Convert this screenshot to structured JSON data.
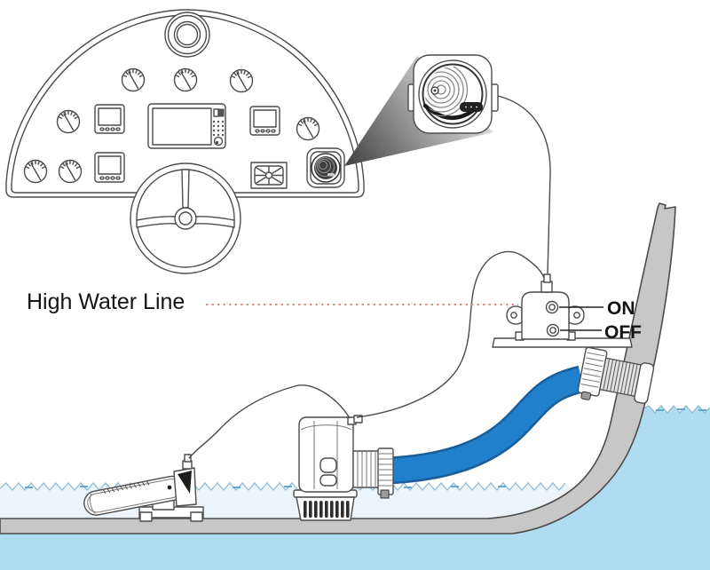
{
  "diagram": {
    "high_water_label": "High Water Line",
    "switch_on_label": "ON",
    "switch_off_label": "OFF"
  },
  "colors": {
    "sea_water": "#b0dcf1",
    "bilge_water": "#eaf4fa",
    "hull_gray": "#c7c7c7",
    "outline": "#4c4c4c",
    "hose_blue": "#2080cb",
    "hose_edge": "#1a5d99",
    "high_water_dots": "#d9908c",
    "wave_line": "#8fbdd2",
    "wave_accent": "#5a9fd0",
    "wedge_dark": "#474747",
    "wedge_light": "#dcdcdc"
  }
}
